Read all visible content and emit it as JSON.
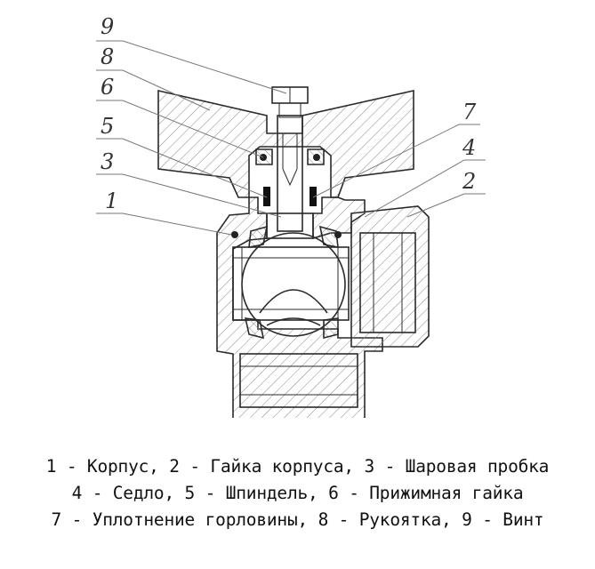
{
  "callouts": [
    {
      "num": "9",
      "part": "Винт"
    },
    {
      "num": "8",
      "part": "Рукоятка"
    },
    {
      "num": "6",
      "part": "Прижимная гайка"
    },
    {
      "num": "5",
      "part": "Шпиндель"
    },
    {
      "num": "3",
      "part": "Шаровая пробка"
    },
    {
      "num": "1",
      "part": "Корпус"
    },
    {
      "num": "7",
      "part": "Уплотнение горловины"
    },
    {
      "num": "4",
      "part": "Седло"
    },
    {
      "num": "2",
      "part": "Гайка корпуса"
    }
  ],
  "legend": [
    "1 - Корпус, 2 - Гайка корпуса, 3 - Шаровая пробка",
    "4 - Седло, 5 - Шпиндель, 6 - Прижимная гайка",
    "7 - Уплотнение горловины, 8 - Рукоятка, 9 - Винт"
  ]
}
